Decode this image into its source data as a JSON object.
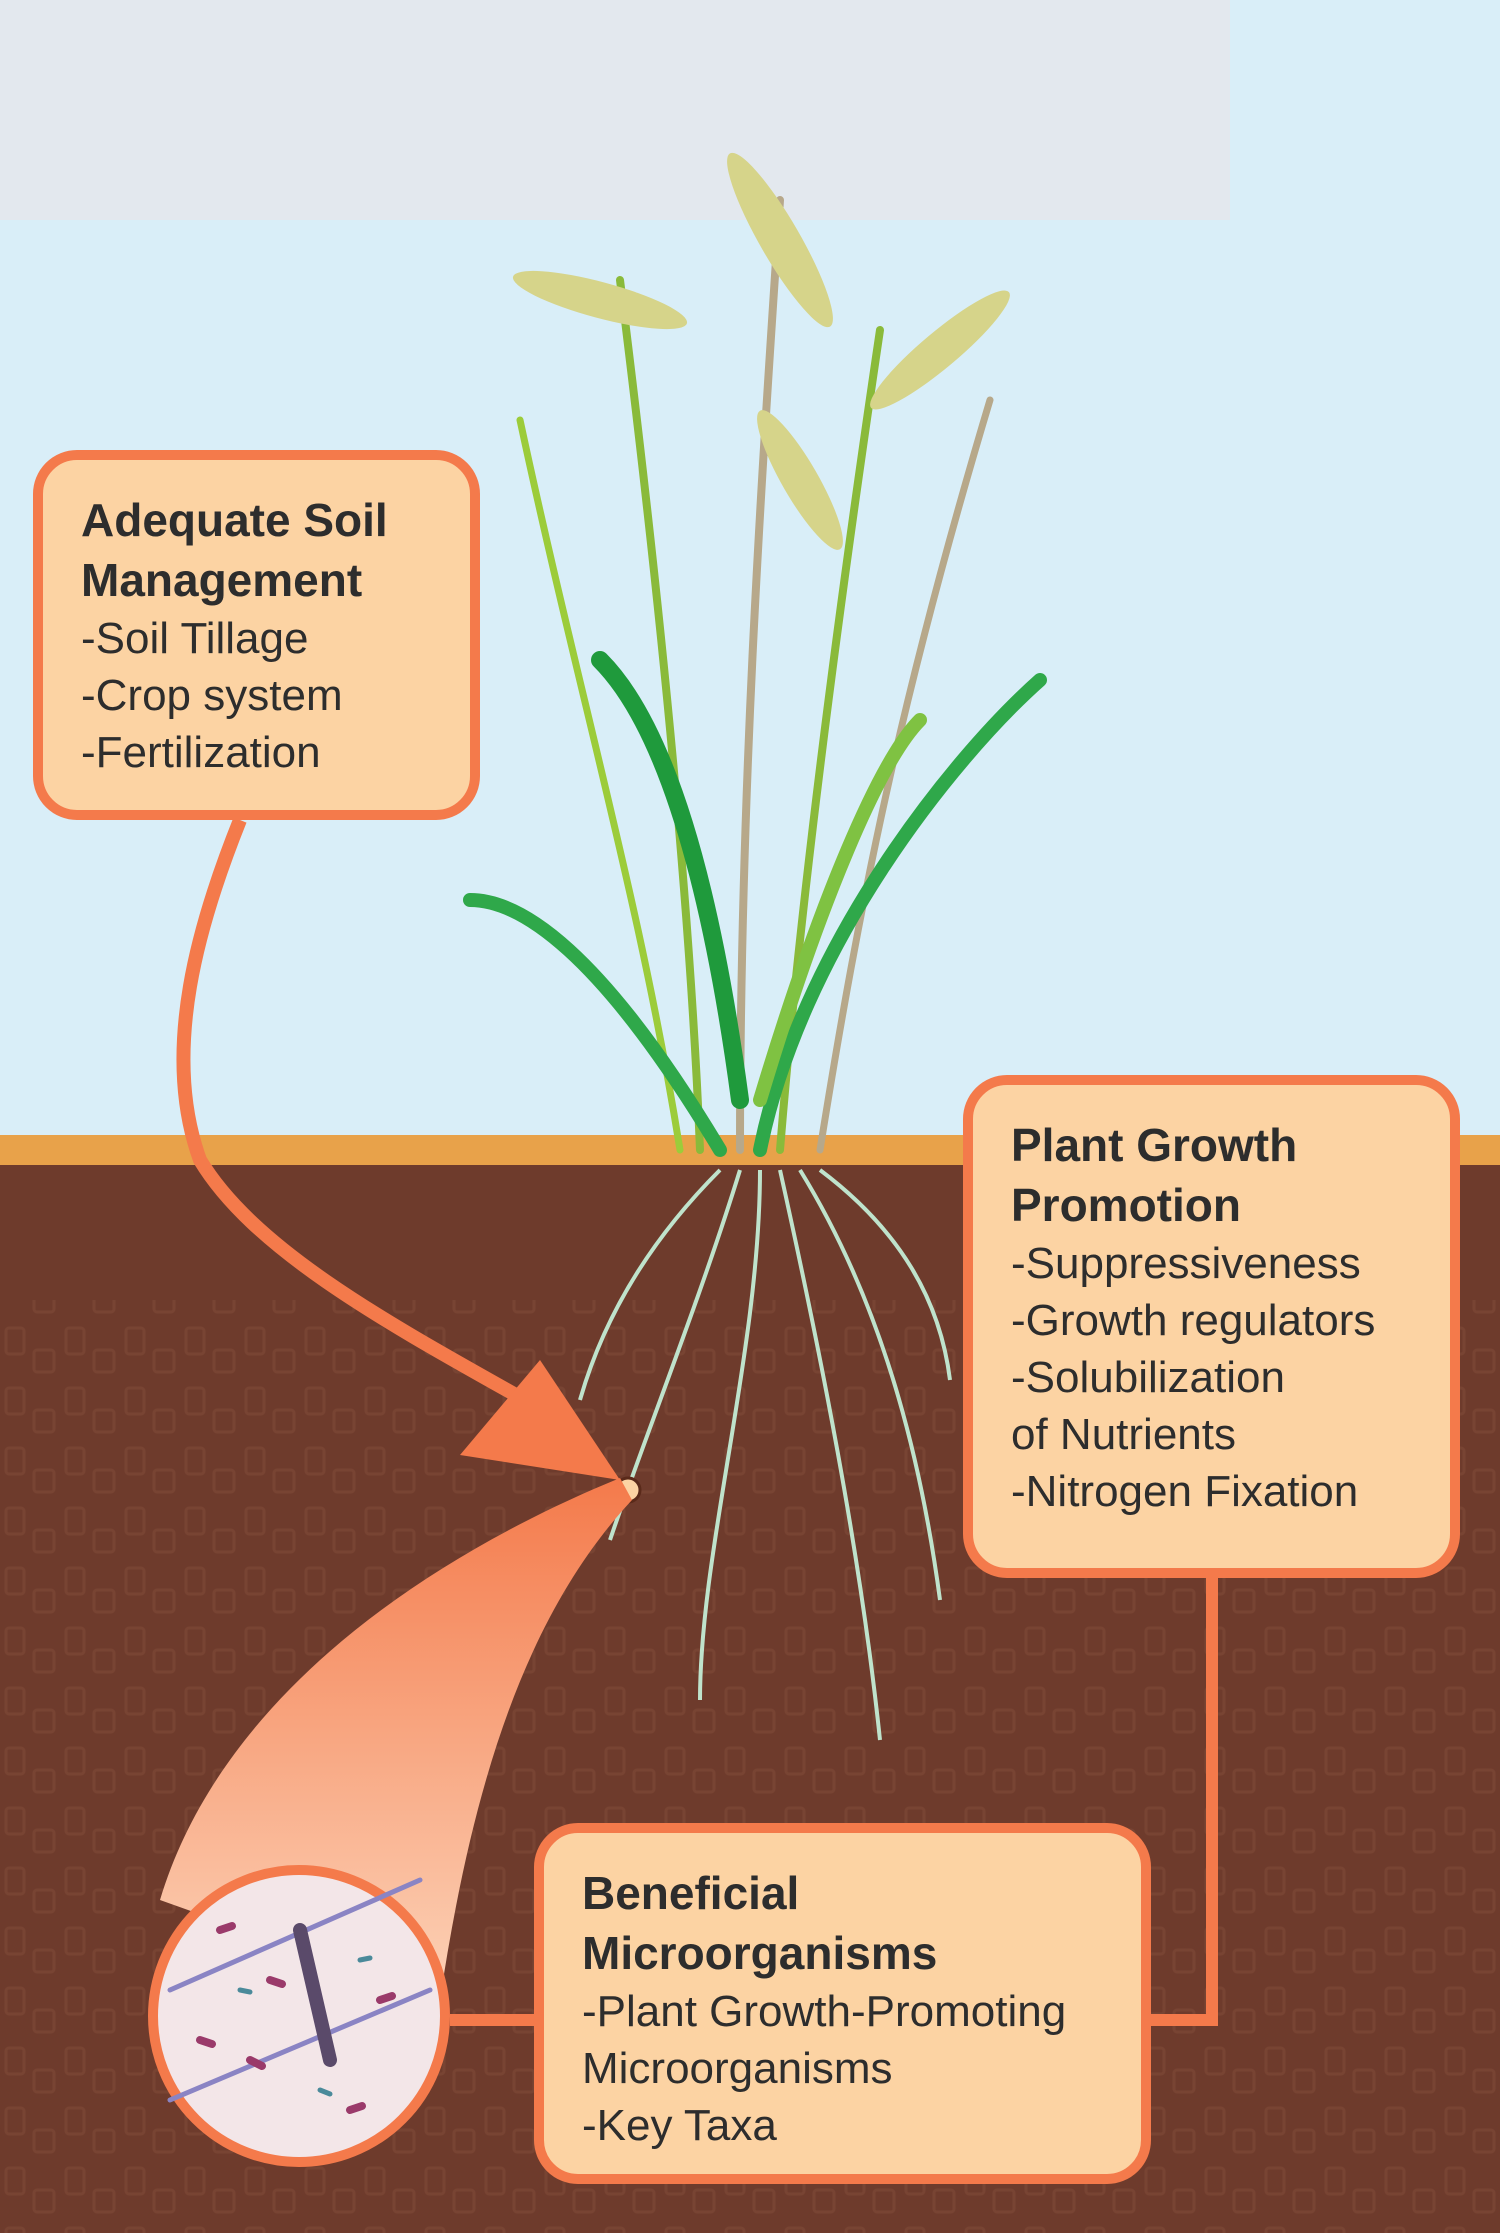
{
  "colors": {
    "box_fill": "#fcd3a3",
    "box_border": "#f47a4b",
    "soil": "#6e3b2c",
    "sky": "#d9eef8",
    "text": "#2d2d2d"
  },
  "soil_management": {
    "title": [
      "Adequate Soil",
      "Management"
    ],
    "items": [
      "-Soil Tillage",
      "-Crop system",
      "-Fertilization"
    ]
  },
  "plant_growth": {
    "title": [
      "Plant Growth",
      "Promotion"
    ],
    "items": [
      "-Suppressiveness",
      "-Growth regulators",
      "-Solubilization",
      "of Nutrients",
      "-Nitrogen Fixation"
    ]
  },
  "microorganisms": {
    "title": [
      "Beneficial",
      "Microorganisms"
    ],
    "items": [
      "-Plant Growth-Promoting",
      "Microorganisms",
      "-Key Taxa"
    ]
  }
}
